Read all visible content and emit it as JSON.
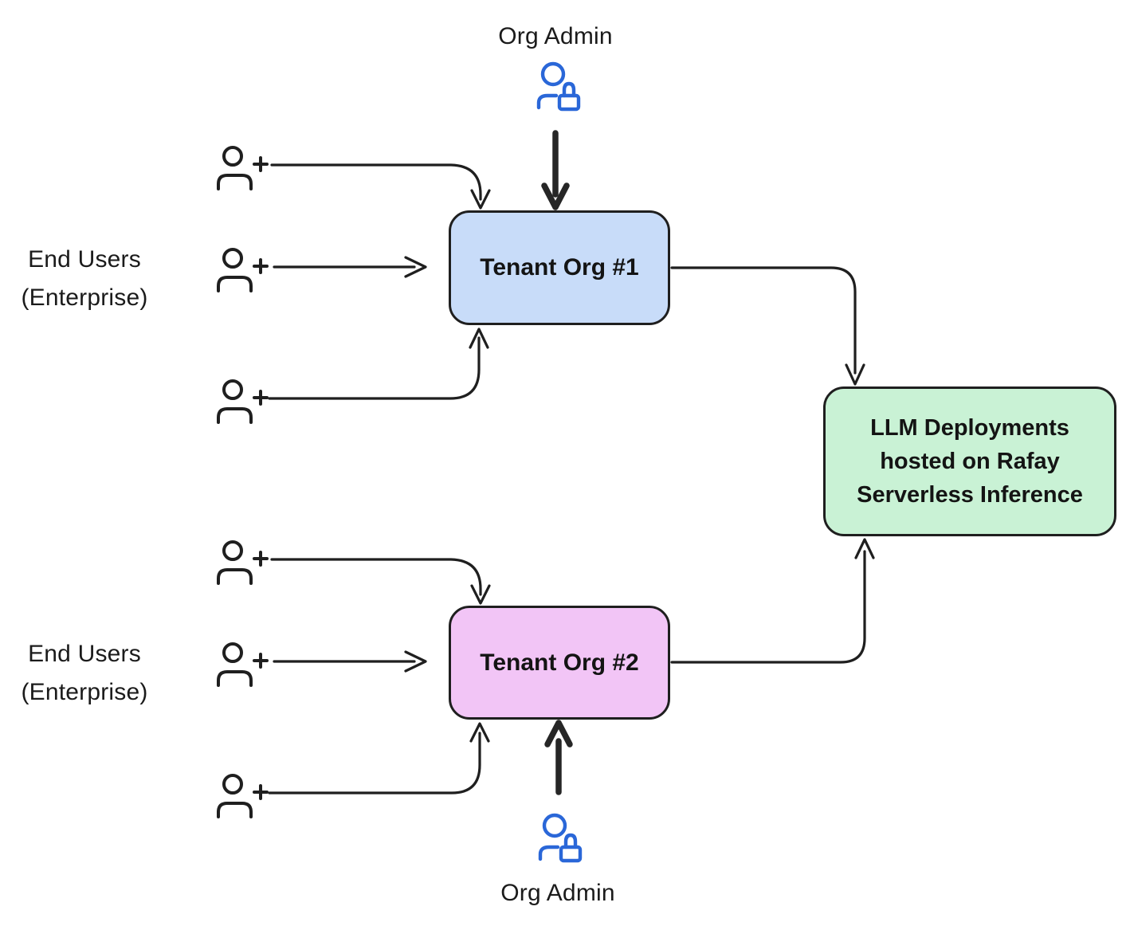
{
  "labels": {
    "org_admin_top": "Org Admin",
    "org_admin_bottom": "Org Admin",
    "end_users_top": {
      "line1": "End Users",
      "line2": "(Enterprise)"
    },
    "end_users_bottom": {
      "line1": "End Users",
      "line2": "(Enterprise)"
    }
  },
  "nodes": {
    "tenant_org_1": {
      "label": "Tenant Org #1",
      "fill": "#c8dcf9"
    },
    "tenant_org_2": {
      "label": "Tenant Org #2",
      "fill": "#f2c5f6"
    },
    "llm_deployments": {
      "line1": "LLM Deployments",
      "line2": "hosted on Rafay",
      "line3": "Serverless Inference",
      "fill": "#c9f2d5"
    }
  },
  "icons": {
    "end_user": "user-plus-icon",
    "org_admin": "user-lock-icon"
  },
  "colors": {
    "background": "#ffffff",
    "connector_stroke": "#1f1f1f",
    "admin_icon_blue": "#2a67d8",
    "tenant1_fill": "#c8dcf9",
    "tenant2_fill": "#f2c5f6",
    "llm_fill": "#c9f2d5"
  }
}
